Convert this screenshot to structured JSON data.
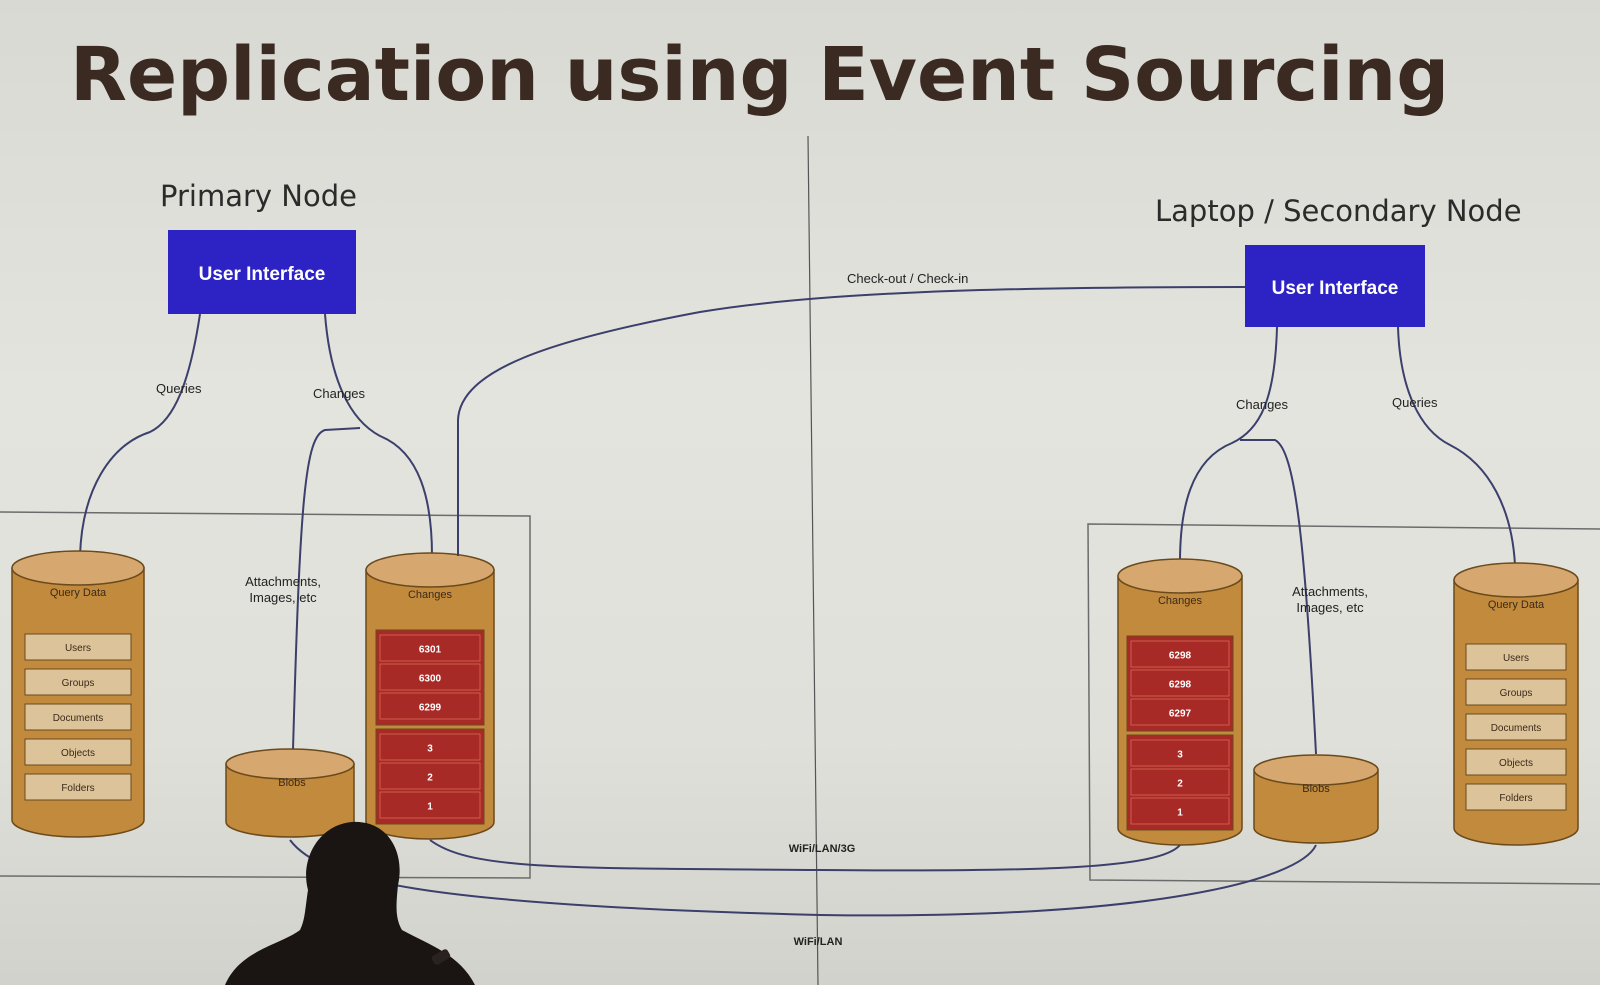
{
  "title": "Replication using Event Sourcing",
  "primary": {
    "heading": "Primary Node",
    "ui_label": "User Interface",
    "queries_label": "Queries",
    "changes_label": "Changes",
    "attachments_label_line1": "Attachments,",
    "attachments_label_line2": "Images, etc",
    "query_data_label": "Query Data",
    "query_items": [
      "Users",
      "Groups",
      "Documents",
      "Objects",
      "Folders"
    ],
    "changes_db_label": "Changes",
    "change_events_top": [
      "6301",
      "6300",
      "6299"
    ],
    "change_events_bottom": [
      "3",
      "2",
      "1"
    ],
    "blobs_label": "Blobs"
  },
  "secondary": {
    "heading": "Laptop / Secondary Node",
    "ui_label": "User Interface",
    "queries_label": "Queries",
    "changes_label": "Changes",
    "attachments_label_line1": "Attachments,",
    "attachments_label_line2": "Images, etc",
    "query_data_label": "Query Data",
    "query_items": [
      "Users",
      "Groups",
      "Documents",
      "Objects",
      "Folders"
    ],
    "changes_db_label": "Changes",
    "change_events_top": [
      "6298",
      "6298",
      "6297"
    ],
    "change_events_bottom": [
      "3",
      "2",
      "1"
    ],
    "blobs_label": "Blobs"
  },
  "links": {
    "checkout_label": "Check-out / Check-in",
    "changes_link_label": "WiFi/LAN/3G",
    "blobs_link_label": "WiFi/LAN"
  },
  "colors": {
    "ui_box": "#2d22c4",
    "cylinder": "#c28a3c",
    "cylinder_top": "#d6a870",
    "event_red": "#a82a26",
    "item_box": "#dcc39a",
    "wire": "#3b3f6b",
    "title": "#3a2a22"
  }
}
